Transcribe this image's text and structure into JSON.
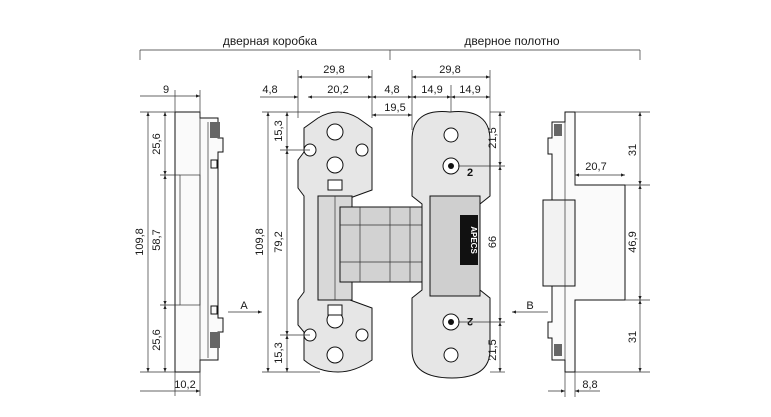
{
  "headers": {
    "frame": "дверная коробка",
    "leaf": "дверное полотно"
  },
  "views": {
    "left_label": "A",
    "right_label": "B"
  },
  "brand": "APECS",
  "dimensions": {
    "side_left_top": "9",
    "side_left_bottom": "10,2",
    "side_left_25_6_top": "25,6",
    "side_left_58_7": "58,7",
    "side_left_25_6_bottom": "25,6",
    "side_left_total": "109,8",
    "frame_width": "29,8",
    "frame_offset": "4,8",
    "frame_half": "20,2",
    "frame_15_3_top": "15,3",
    "frame_15_3_bottom": "15,3",
    "frame_79_2": "79,2",
    "frame_total": "109,8",
    "gap": "19,5",
    "leaf_offset": "4,8",
    "leaf_width": "29,8",
    "leaf_half_left": "14,9",
    "leaf_half_right": "14,9",
    "leaf_21_5_top": "21,5",
    "leaf_66": "66",
    "leaf_21_5_bottom": "21,5",
    "side_right_31_top": "31",
    "side_right_20_7": "20,7",
    "side_right_46_9": "46,9",
    "side_right_31_bottom": "31",
    "side_right_bottom": "8,8"
  },
  "markers": {
    "top_digit": "2",
    "bottom_digit": "2"
  }
}
